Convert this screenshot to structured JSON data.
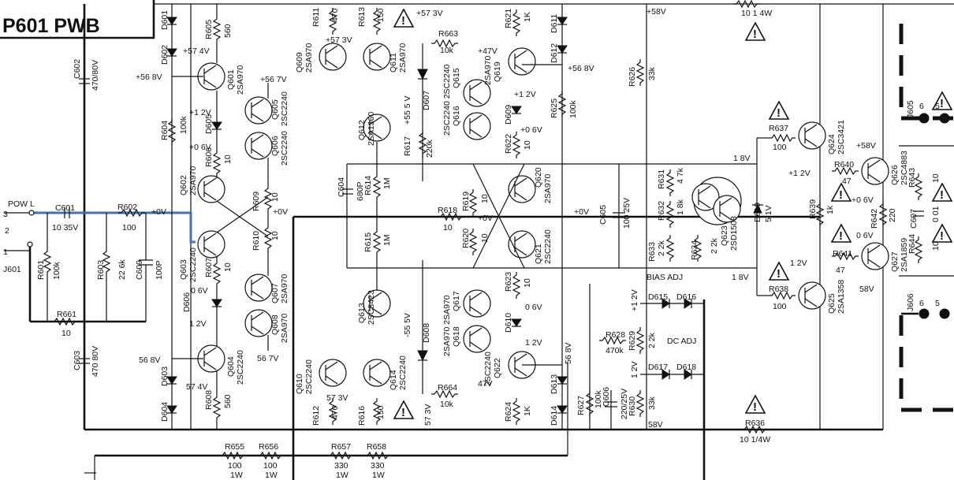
{
  "title": "P601 PWB",
  "labels": {
    "pow_l": "POW L",
    "j601": "J601",
    "pin3": "3",
    "pin2": "2",
    "pin1": "1",
    "j605": "J605",
    "j606": "J606",
    "bias_adj": "BIAS ADJ",
    "dc_adj": "DC ADJ",
    "r601": "R601",
    "r601v": "100k",
    "c601": "C601",
    "c601v": "10 35V",
    "r602": "R602",
    "r602v": "100",
    "r603": "R603",
    "r603v": "22 6k",
    "c609": "C609",
    "c609v": "100P",
    "c602": "C602",
    "c602v": "470/80V",
    "c603": "C603",
    "c603v": "470 80V",
    "r661": "R661",
    "r661v": "10",
    "d601": "D601",
    "d602": "D602",
    "d603": "D603",
    "d604": "D604",
    "r605": "R605",
    "r605v": "560",
    "r604": "R604",
    "r604v": "100k",
    "q601": "Q601",
    "q601t": "2SA970",
    "q602": "Q602",
    "q602t": "2SA970",
    "q603": "Q603",
    "q603t": "2SC2240",
    "q604": "Q604",
    "q604t": "2SC2240",
    "q605": "Q605",
    "q605t": "2SC2240",
    "q606": "Q606",
    "q606t": "2SC2240",
    "q607": "Q607",
    "q607t": "2SA970",
    "q608": "Q608",
    "q608t": "2SA970",
    "d605": "D605",
    "d606": "D606",
    "r606": "R606",
    "r606v": "10",
    "r607": "R607",
    "r607v": "10",
    "r608": "R608",
    "r608v": "560",
    "r609": "R609",
    "r609v": "10",
    "r610": "R610",
    "r610v": "10",
    "v_568a": "+56 8V",
    "v_574a": "+57 4V",
    "v_12a": "+1 2V",
    "v_06a": "+0 6V",
    "v_0a": "+0V",
    "v_567a": "+56 7V",
    "v_0b": "+0V",
    "v_06b": "0 6V",
    "v_12b": "1 2V",
    "v_568b": "56 8V",
    "v_574b": "57 4V",
    "v_567b": "56 7V",
    "r611": "R611",
    "r611v": "470",
    "r613": "R613",
    "r613v": "150",
    "q609": "Q609",
    "q609t": "2SA970",
    "q611": "Q611",
    "q611t": "2SA970",
    "v_573a": "+57 3V",
    "v_573b": "+57 3V",
    "r663": "R663",
    "r663v": "10k",
    "d607": "D607",
    "q612": "Q612",
    "q612t": "2SA1360",
    "v_555a": "+55 5 V",
    "r617": "R617",
    "r617v": "220k",
    "c604": "C604",
    "c604v": "680P",
    "r614": "R614",
    "r614v": "1M",
    "r615": "R615",
    "r615v": "1M",
    "r618": "R618",
    "r618v": "10",
    "q613": "Q613",
    "q613t": "2SC3423",
    "v_555b": "-55 5V",
    "d608": "D608",
    "q610": "Q610",
    "q610t": "2SC2240",
    "q614": "Q614",
    "q614t": "2SC2240",
    "v_573c": "57 3V",
    "v_573d": "57 3V",
    "r612": "R612",
    "r612v": "470",
    "r616": "R616",
    "r616v": "150",
    "r664": "R664",
    "r664v": "10k",
    "v_47a": "+47V",
    "q615": "Q615",
    "q616": "Q616",
    "q615t": "2SC2240 2SC2240",
    "q619": "Q619",
    "q619t": "2SA970",
    "r621": "R621",
    "r621v": "1K",
    "d611": "D611",
    "d612": "D612",
    "v_568c": "+56 8V",
    "v_12c": "+1 2V",
    "v_06c": "+0 6V",
    "d609": "D609",
    "r622": "R622",
    "r622v": "10",
    "r625": "R625",
    "r625v": "100k",
    "r619": "R619",
    "r619v": "10",
    "r620": "R620",
    "r620v": "10",
    "v_0c": "+0V",
    "v_0d": "+0V",
    "q620": "Q620",
    "q620t": "2SA970",
    "q621": "Q621",
    "q621t": "2SC2240",
    "r623": "R623",
    "r623v": "10",
    "v_06d": "0 6V",
    "d610": "D610",
    "q617": "Q617",
    "q618": "Q618",
    "q617t": "2SA970 2SA970",
    "v_12d": "1 2V",
    "q622": "Q622",
    "q622t": "2SC2240",
    "v_568d": "56 8V",
    "v_47b": "47V",
    "r624": "R624",
    "r624v": "1K",
    "d613": "D613",
    "d614": "D614",
    "c605": "C605",
    "c605v": "100 25V",
    "r626": "R626",
    "r626v": "33k",
    "v_58a": "+58V",
    "r627": "R627",
    "r627v": "100k",
    "c606": "C606",
    "c606v": "220/25V",
    "r630": "R630",
    "r630v": "33k",
    "v_58b": "58V",
    "r628": "R628",
    "r628v": "470k",
    "r629": "R629",
    "r629v": "2 2k",
    "d615": "D615",
    "d616": "D616",
    "d617": "D617",
    "d618": "D618",
    "v_12e": "+1 2V",
    "v_12f": "1 2V",
    "r631": "R631",
    "r631v": "4 7k",
    "r632": "R632",
    "r632v": "1 8k",
    "r633": "R633",
    "r633v": "2 2k",
    "r634": "R634",
    "r634v": "2 2k",
    "q623": "Q623",
    "q623t": "2SD1508",
    "d619": "D619",
    "d619v": "5 1V",
    "v_18a": "1 8V",
    "v_18b": "1 8V",
    "r637": "R637",
    "r637v": "100",
    "r638": "R638",
    "r638v": "100",
    "q624": "Q624",
    "q624t": "2SC3421",
    "q625": "Q625",
    "q625t": "2SA1358",
    "r635v": "10 1 4W",
    "r636": "R636",
    "r636v": "10 1/4W",
    "v_58c": "+58V",
    "v_12g": "+1 2V",
    "v_06e": "+0 6V",
    "v_06f": "0 6V",
    "v_12h": "1 2V",
    "v_58d": "58V",
    "r640": "R640",
    "r640v": "47",
    "r641": "R641",
    "r641v": "47",
    "r639": "R639",
    "r639v": "1k",
    "r642": "R642",
    "r642v": "220",
    "q626": "Q626",
    "q626t": "2SC4883",
    "q627": "Q627",
    "q627t": "2SA1859",
    "c607": "C607",
    "c607v": "0 01",
    "r643": "R643",
    "r643v": "10",
    "r644": "R644",
    "r644v": "10",
    "pin6a": "6",
    "pin5a": "5",
    "pin6b": "6",
    "pin5b": "5",
    "r655": "R655",
    "r655v": "100",
    "r655w": "1W",
    "r656": "R656",
    "r656v": "100",
    "r656w": "1W",
    "r657": "R657",
    "r657v": "330",
    "r657w": "1W",
    "r658": "R658",
    "r658v": "330",
    "r658w": "1W",
    "warn": "!"
  }
}
